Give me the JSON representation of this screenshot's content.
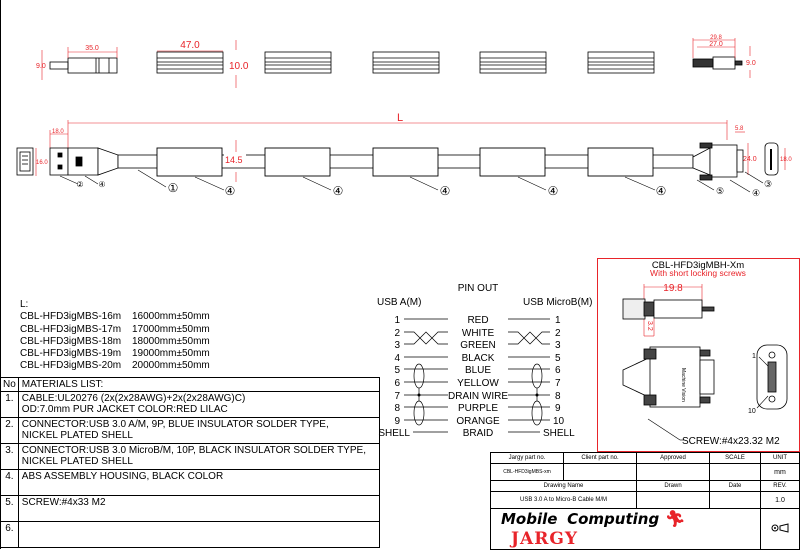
{
  "top_views": {
    "usb_a_length": "35.0",
    "usb_a_height": "9.0",
    "ferrite_length": "47.0",
    "ferrite_height": "10.0",
    "microb_total": "29.8",
    "microb_body": "27.0",
    "microb_height": "9.0"
  },
  "main_view": {
    "length_label": "L",
    "usb_a_plug_length": "18.0",
    "usb_a_width": "16.0",
    "ferrite_diameter": "14.5",
    "microb_tip": "5.8",
    "microb_width": "24.0",
    "microb_face_width": "18.0",
    "callouts": [
      "②",
      "④",
      "①",
      "④",
      "④",
      "④",
      "④",
      "④",
      "⑤",
      "④",
      "③"
    ]
  },
  "lengths": {
    "title": "L:",
    "items": [
      {
        "part": "CBL-HFD3igMBS-16m",
        "length": "16000mm±50mm"
      },
      {
        "part": "CBL-HFD3igMBS-17m",
        "length": "17000mm±50mm"
      },
      {
        "part": "CBL-HFD3igMBS-18m",
        "length": "18000mm±50mm"
      },
      {
        "part": "CBL-HFD3igMBS-19m",
        "length": "19000mm±50mm"
      },
      {
        "part": "CBL-HFD3igMBS-20m",
        "length": "20000mm±50mm"
      }
    ]
  },
  "materials": {
    "no_header": "No",
    "header": "MATERIALS LIST:",
    "items": [
      {
        "no": "1.",
        "line1": "CABLE:UL20276 (2x(2x28AWG)+2x(2x28AWG)C)",
        "line2": "OD:7.0mm  PUR JACKET COLOR:RED LILAC"
      },
      {
        "no": "2.",
        "line1": "CONNECTOR:USB 3.0 A/M, 9P, BLUE INSULATOR SOLDER TYPE,",
        "line2": "NICKEL PLATED SHELL"
      },
      {
        "no": "3.",
        "line1": "CONNECTOR:USB 3.0 MicroB/M, 10P, BLACK INSULATOR SOLDER TYPE,",
        "line2": "NICKEL PLATED SHELL"
      },
      {
        "no": "4.",
        "line1": "ABS ASSEMBLY HOUSING, BLACK COLOR",
        "line2": ""
      },
      {
        "no": "5.",
        "line1": "SCREW:#4x33 M2",
        "line2": ""
      },
      {
        "no": "6.",
        "line1": "",
        "line2": ""
      }
    ]
  },
  "pinout": {
    "title": "PIN OUT",
    "left_header": "USB A(M)",
    "right_header": "USB MicroB(M)",
    "rows": [
      {
        "left": "1",
        "wire": "RED",
        "right": "1"
      },
      {
        "left": "2",
        "wire": "WHITE",
        "right": "2"
      },
      {
        "left": "3",
        "wire": "GREEN",
        "right": "3"
      },
      {
        "left": "4",
        "wire": "BLACK",
        "right": "5"
      },
      {
        "left": "5",
        "wire": "BLUE",
        "right": "6"
      },
      {
        "left": "6",
        "wire": "YELLOW",
        "right": "7"
      },
      {
        "left": "7",
        "wire": "DRAIN WIRE",
        "right": "8"
      },
      {
        "left": "8",
        "wire": "PURPLE",
        "right": "9"
      },
      {
        "left": "9",
        "wire": "ORANGE",
        "right": "10"
      },
      {
        "left": "SHELL",
        "wire": "BRAID",
        "right": "SHELL"
      }
    ]
  },
  "variant": {
    "title": "CBL-HFD3igMBH-Xm",
    "subtitle": "With short locking screws",
    "length_dim": "19.8",
    "screw_dim": "3.2",
    "pin_first": "1",
    "pin_last": "10",
    "housing_text": "Machine Vision",
    "screw_note": "SCREW:#4x23.32 M2"
  },
  "title_block": {
    "jargy_part_label": "Jargy part no.",
    "client_part_label": "Client part no.",
    "approved_label": "Approved",
    "scale_label": "SCALE",
    "unit_label": "UNIT",
    "jargy_part": "CBL-HFD3igMBS-xm",
    "unit": "mm",
    "drawing_name_label": "Drawing Name",
    "drawn_label": "Drawn",
    "date_label": "Date",
    "rev_label": "REV.",
    "drawing_name": "USB 3.0 A to Micro-B Cable M/M",
    "rev": "1.0",
    "logo_mobile": "Mobile",
    "logo_computing": "Computing",
    "logo_jargy": "JARGY"
  },
  "colors": {
    "dimension": "#e8242a",
    "line": "#000000"
  }
}
